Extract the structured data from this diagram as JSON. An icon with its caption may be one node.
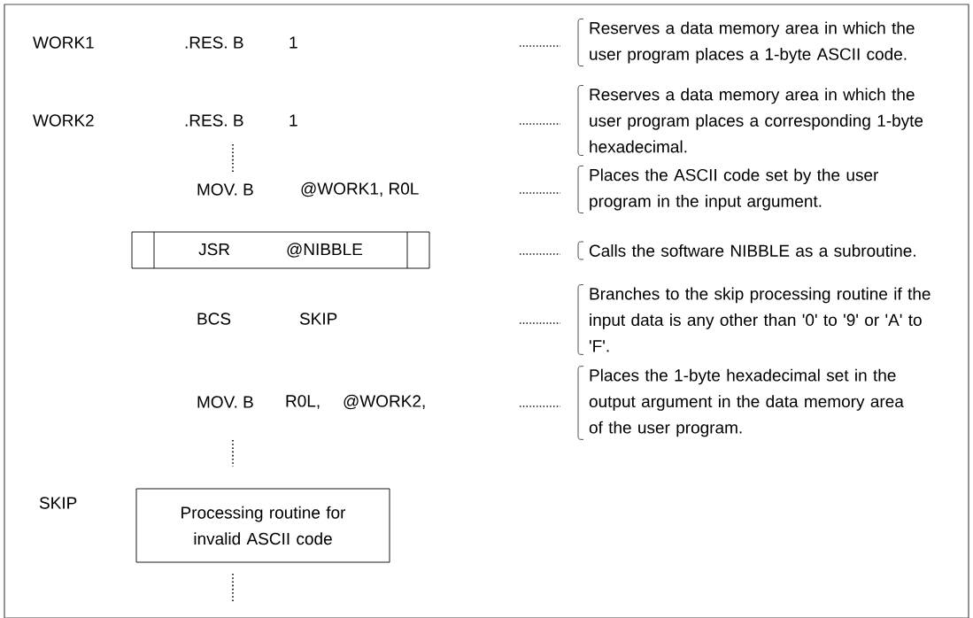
{
  "diagram": {
    "nodes": [
      {
        "text": [
          "JSR",
          "@NIBBLE"
        ]
      },
      {
        "text": [
          "Processing routine for invalid ASCII code"
        ]
      }
    ],
    "labels": [
      "WORK1",
      ".RES. B",
      "1",
      "Reserves a data memory area in which the user program places a 1-byte ASCII code.",
      "WORK2",
      ".RES. B",
      "1",
      "Reserves a data memory area in which the user program places a corresponding 1-byte hexadecimal.",
      "MOV. B",
      "@WORK1, R0L",
      "Places the ASCII code set by the user program in the input argument.",
      "Calls the software NIBBLE as a subroutine.",
      "BCS",
      "SKIP",
      "Branches to the skip processing routine if the input data is any other than '0' to '9' or 'A' to 'F'.",
      "MOV. B",
      "R0L,",
      "@WORK2,",
      "Places the 1-byte hexadecimal set in the output argument in the data memory area of the user program.",
      "SKIP"
    ]
  }
}
